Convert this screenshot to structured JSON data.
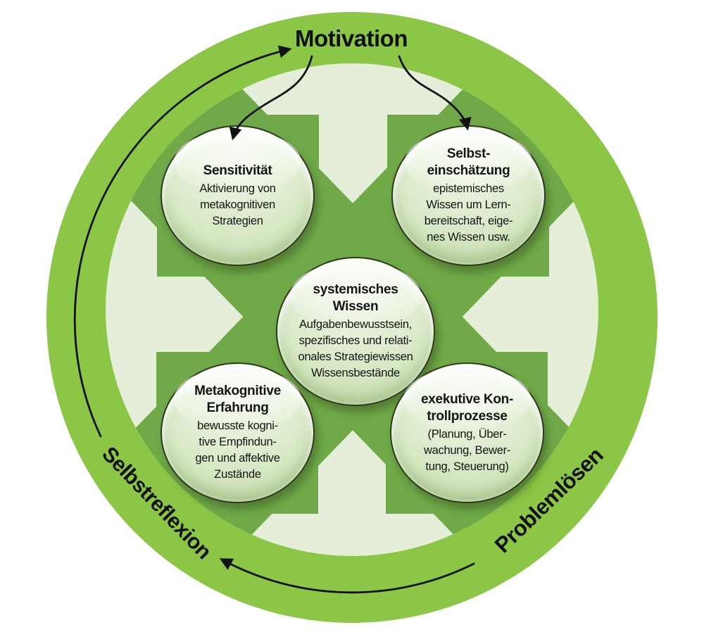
{
  "diagram": {
    "outer_labels": {
      "top": "Motivation",
      "bottom_left": "Selbstreflexion",
      "bottom_right": "Problemlösen"
    },
    "nodes": [
      {
        "id": "sensitivitaet",
        "title": "Sensitivität",
        "body": "Aktivierung von\nmetakognitiven\nStrategien"
      },
      {
        "id": "selbsteinschaetzung",
        "title": "Selbst-\neinschätzung",
        "body": "epistemisches\nWissen um Lern-\nbereitschaft, eige-\nnes Wissen usw."
      },
      {
        "id": "systemisches-wissen",
        "title": "systemisches\nWissen",
        "body": "Aufgabenbewusstsein,\nspezifisches und relati-\nonales Strategiewissen\nWissensbestände"
      },
      {
        "id": "metakognitive-erfahrung",
        "title": "Metakognitive\nErfahrung",
        "body": "bewusste kogni-\ntive Empfindun-\ngen und affektive\nZustände"
      },
      {
        "id": "exekutive-kontrollprozesse",
        "title": "exekutive Kon-\ntrollprozesse",
        "body": "(Planung, Über-\nwachung, Bewer-\ntung, Steuerung)"
      }
    ],
    "colors": {
      "ring": "#8CC646",
      "inner_disc": "#E5EED8",
      "cross": "#6FA948",
      "arrow": "#121212",
      "node_border": "#2C3A1A",
      "text": "#141414"
    }
  }
}
